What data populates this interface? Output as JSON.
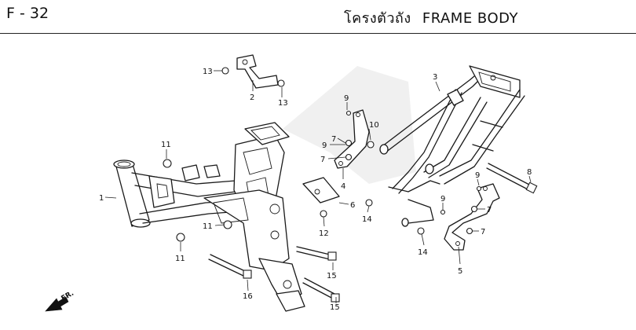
{
  "header": {
    "code": "F - 32",
    "title_th": "โครงตัวถัง",
    "title_en": "FRAME BODY"
  },
  "direction": {
    "label": "FR."
  },
  "callouts": [
    {
      "id": "c13a",
      "label": "13"
    },
    {
      "id": "c2",
      "label": "2"
    },
    {
      "id": "c13b",
      "label": "13"
    },
    {
      "id": "c3",
      "label": "3"
    },
    {
      "id": "c9a",
      "label": "9"
    },
    {
      "id": "c10",
      "label": "10"
    },
    {
      "id": "c7a",
      "label": "7"
    },
    {
      "id": "c9b",
      "label": "9"
    },
    {
      "id": "c7b",
      "label": "7"
    },
    {
      "id": "c4",
      "label": "4"
    },
    {
      "id": "c6",
      "label": "6"
    },
    {
      "id": "c11a",
      "label": "11"
    },
    {
      "id": "c1",
      "label": "1"
    },
    {
      "id": "c11b",
      "label": "11"
    },
    {
      "id": "c11c",
      "label": "11"
    },
    {
      "id": "c12",
      "label": "12"
    },
    {
      "id": "c14a",
      "label": "14"
    },
    {
      "id": "c8",
      "label": "8"
    },
    {
      "id": "c9c",
      "label": "9"
    },
    {
      "id": "c9d",
      "label": "9"
    },
    {
      "id": "c7c",
      "label": "7"
    },
    {
      "id": "c7d",
      "label": "7"
    },
    {
      "id": "c14b",
      "label": "14"
    },
    {
      "id": "c5",
      "label": "5"
    },
    {
      "id": "c15a",
      "label": "15"
    },
    {
      "id": "c16",
      "label": "16"
    },
    {
      "id": "c15b",
      "label": "15"
    }
  ]
}
